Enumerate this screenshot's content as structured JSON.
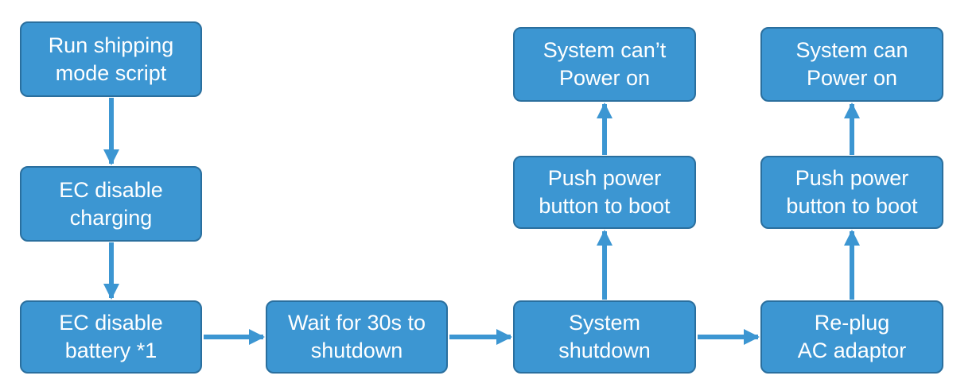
{
  "colors": {
    "box_fill": "#3c96d2",
    "box_border": "#2a6f9e",
    "arrow": "#3c96d2",
    "text": "#ffffff"
  },
  "nodes": {
    "run_script": "Run shipping\nmode script",
    "disable_charging": "EC disable\ncharging",
    "disable_battery": "EC disable\nbattery *1",
    "wait": "Wait for 30s to\nshutdown",
    "system_shutdown": "System\nshutdown",
    "push_power_1": "Push power\nbutton to boot",
    "cant_power_on": "System can’t\nPower on",
    "replug": "Re-plug\nAC adaptor",
    "push_power_2": "Push power\nbutton to boot",
    "can_power_on": "System can\nPower on"
  },
  "edges": [
    {
      "from": "run_script",
      "to": "disable_charging"
    },
    {
      "from": "disable_charging",
      "to": "disable_battery"
    },
    {
      "from": "disable_battery",
      "to": "wait"
    },
    {
      "from": "wait",
      "to": "system_shutdown"
    },
    {
      "from": "system_shutdown",
      "to": "push_power_1"
    },
    {
      "from": "push_power_1",
      "to": "cant_power_on"
    },
    {
      "from": "system_shutdown",
      "to": "replug"
    },
    {
      "from": "replug",
      "to": "push_power_2"
    },
    {
      "from": "push_power_2",
      "to": "can_power_on"
    }
  ]
}
